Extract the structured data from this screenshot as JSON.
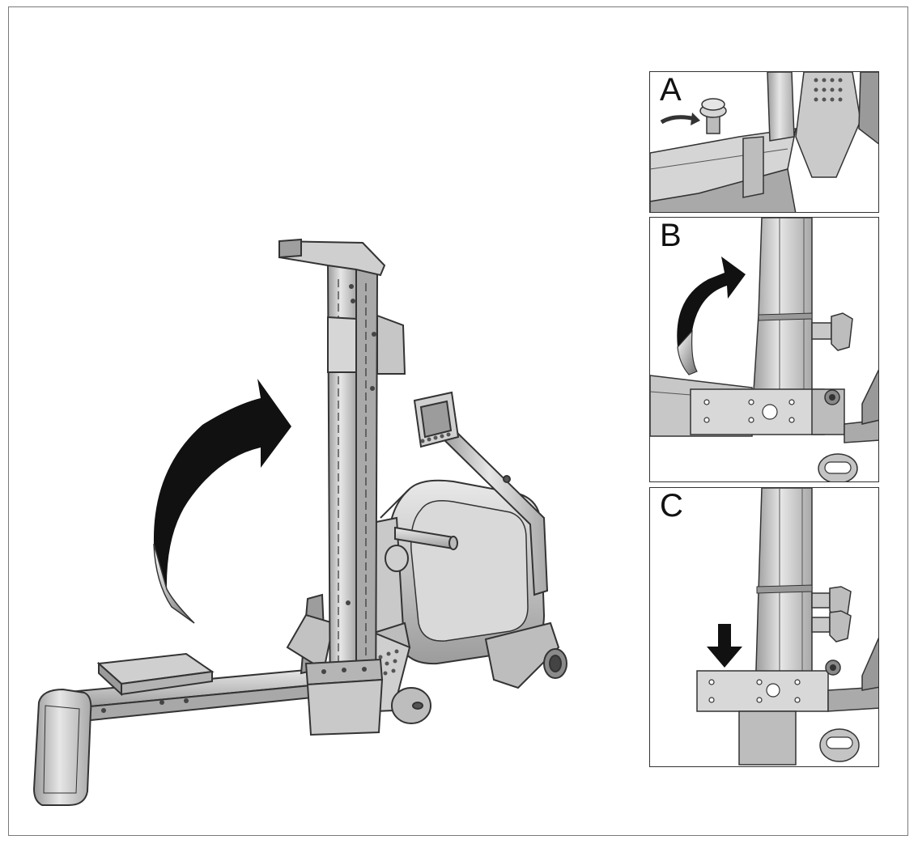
{
  "panels": [
    {
      "label": "A"
    },
    {
      "label": "B"
    },
    {
      "label": "C"
    }
  ],
  "colors": {
    "frame_stroke": "#333333",
    "metal_light": "#e2e2e2",
    "metal_mid": "#bdbdbd",
    "metal_dark": "#8d8d8d",
    "arrow": "#111111"
  },
  "icons": [
    "curved-arrow-icon",
    "down-arrow-icon",
    "rotate-arrow-icon",
    "knob-icon"
  ]
}
